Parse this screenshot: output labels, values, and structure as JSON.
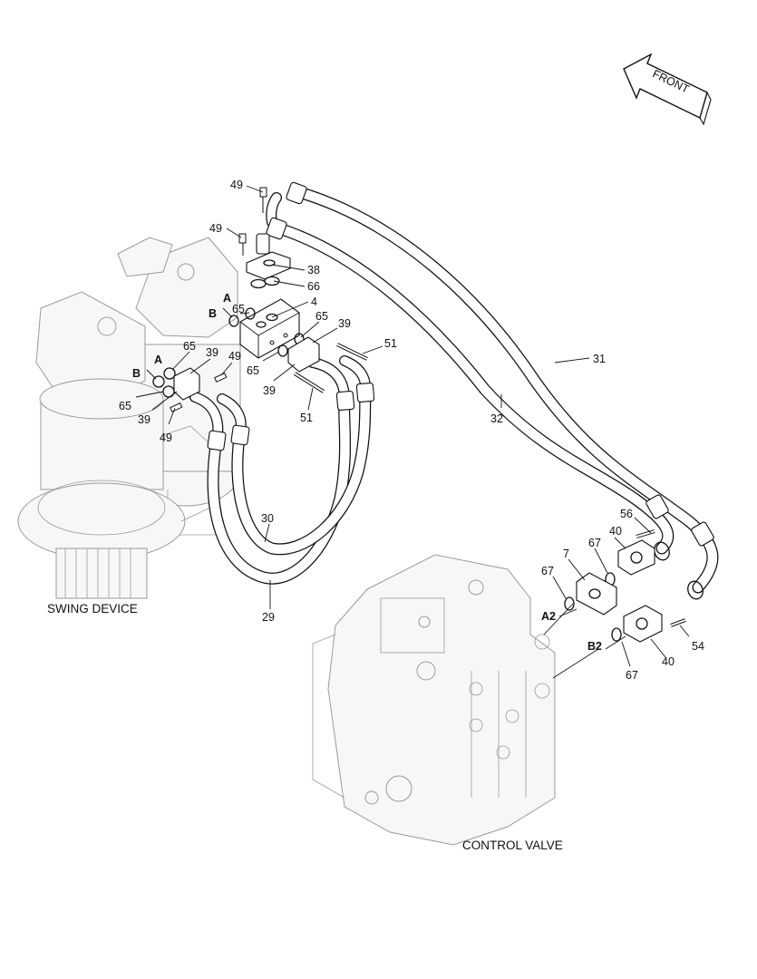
{
  "front_label": "FRONT",
  "captions": {
    "swing_device": "SWING DEVICE",
    "control_valve": "CONTROL VALVE"
  },
  "callouts": {
    "n49a": "49",
    "n49b": "49",
    "n38": "38",
    "n66": "66",
    "n4": "4",
    "n65a": "65",
    "A_top": "A",
    "B_top": "B",
    "n65b": "65",
    "n39a": "39",
    "n51a": "51",
    "n65c": "65",
    "n39b": "39",
    "n51b": "51",
    "n65d": "65",
    "n39c": "39",
    "n49c": "49",
    "A_left": "A",
    "B_left": "B",
    "n65e": "65",
    "n39d": "39",
    "n49d": "49",
    "n31": "31",
    "n32": "32",
    "n30": "30",
    "n29": "29",
    "n56": "56",
    "n40a": "40",
    "n7": "7",
    "n67a": "67",
    "n67b": "67",
    "A2": "A2",
    "B2": "B2",
    "n40b": "40",
    "n54": "54",
    "n67c": "67"
  }
}
